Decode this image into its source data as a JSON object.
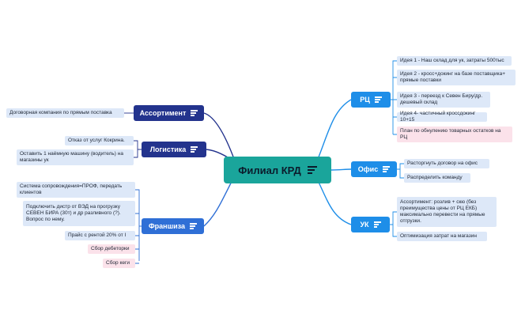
{
  "center": {
    "label": "Филиал КРД"
  },
  "branches": {
    "assortment": {
      "label": "Ассортимент"
    },
    "logistics": {
      "label": "Логистика"
    },
    "franchise": {
      "label": "Франшиза"
    },
    "rc": {
      "label": "РЦ"
    },
    "office": {
      "label": "Офис"
    },
    "uk": {
      "label": "УК"
    }
  },
  "leaves": {
    "assortment": [
      "Договорная компания по прямым поставка"
    ],
    "logistics": [
      "Отказ от услуг Кокрина.",
      "Оставить 1 наёмную машину (водитель) на магазины ук"
    ],
    "franchise": [
      "Система сопровождения=ПРОФ, передать клиентов",
      "Подключить дистр от ВЭД на прогрузку СЕВЕН БИРА (30т) и др разливного (?). Вопрос по нему.",
      "Прайс с рентой 20% от I",
      "Сбор дебеторки",
      "Сбор кеги"
    ],
    "rc": [
      "Идея 1 - Наш склад для ук, затраты 500тыс",
      "Идея 2 - кросс+докинг на базе поставщика+ прямые поставки",
      "Идея 3 - переезд к Севен Биру/др. дешевый склад",
      "Идея 4- частичный кроссдокинг 10+15",
      "План по обнулению товарных остатков на РЦ"
    ],
    "office": [
      "Расторгнуть договор на офис",
      "Распределить команду"
    ],
    "uk": [
      "Ассортимент: розлив + скю (без преимущества цены от РЦ ЕКБ) максимально перевести на прямые отгрузки.",
      "Оптимизация затрат на магазин"
    ]
  },
  "colors": {
    "center": "#1aa59b",
    "branch_navy": "#23338d",
    "branch_blue": "#2f6fd6",
    "branch_sky": "#1e8ee8",
    "leaf": "#dde8f8",
    "leaf_pink": "#fbe2ea"
  },
  "icons": {
    "node_menu": "menu-lines-icon"
  }
}
